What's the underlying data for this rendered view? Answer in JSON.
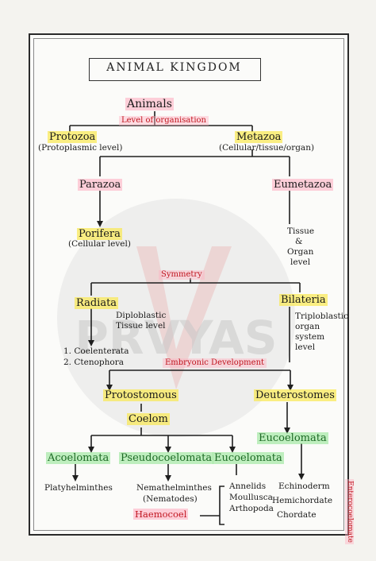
{
  "title": "ANIMAL KINGDOM",
  "watermark": {
    "text": "PRVYAS"
  },
  "root": "Animals",
  "criteria": {
    "organisation": "Level of organisation",
    "symmetry": "Symmetry",
    "embryonic": "Embryonic Development"
  },
  "nodes": {
    "protozoa": "Protozoa",
    "protozoa_level": "(Protoplasmic level)",
    "metazoa": "Metazoa",
    "metazoa_level": "(Cellular/tissue/organ)",
    "parazoa": "Parazoa",
    "eumetazoa": "Eumetazoa",
    "porifera": "Porifera",
    "porifera_level": "(Cellular level)",
    "tissue_organ_level": [
      "Tissue",
      "&",
      "Organ",
      "level"
    ],
    "radiata": "Radiata",
    "bilateria": "Bilateria",
    "diploblastic_level": [
      "Diploblastic",
      "Tissue level"
    ],
    "radiata_examples": [
      "1. Coelenterata",
      "2. Ctenophora"
    ],
    "triploblastic_level": [
      "Triploblastic",
      "organ",
      "system",
      "level"
    ],
    "protostomous": "Protostomous",
    "deuterostomes": "Deuterostomes",
    "coelom": "Coelom",
    "eucoelomata_deutero": "Eucoelomata",
    "acoelomata": "Acoelomata",
    "pseudocoelomata": "Pseudocoelomata",
    "eucoelomata": "Eucoelomata",
    "platyhelminthes": "Platyhelminthes",
    "nemathelminthes": [
      "Nemathelminthes",
      "(Nematodes)"
    ],
    "annelids_group": [
      "Annelids",
      "Moullusca",
      "Arthopoda"
    ],
    "haemocoel": "Haemocoel",
    "deutero_phyla": [
      "Echinoderm",
      "Hemichordate",
      "Chordate"
    ],
    "side_label": "Enterocoelomate"
  },
  "colors": {
    "connector": "#1f1f1f",
    "yellow_highlight": "#f8e650",
    "pink_highlight": "#ffaabe",
    "red": "#c0151f",
    "green": "#1e6b26"
  }
}
